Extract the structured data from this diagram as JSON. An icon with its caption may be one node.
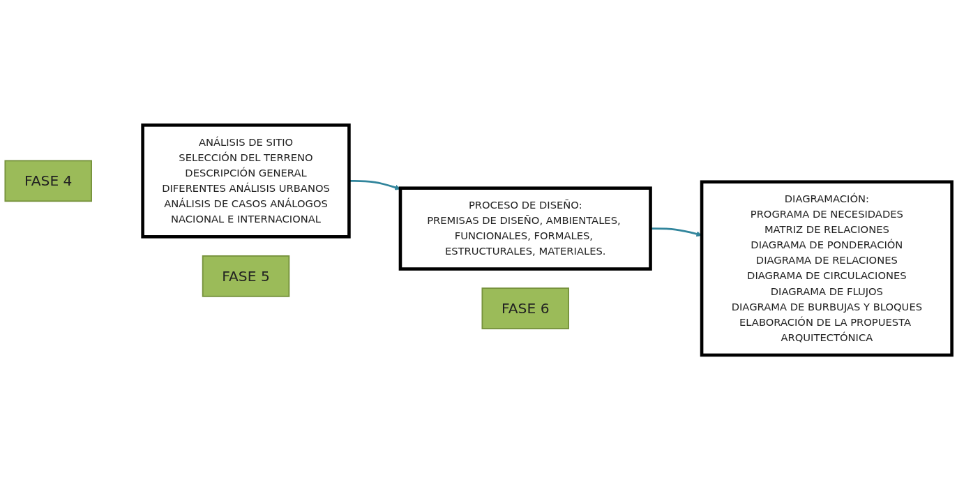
{
  "diagram": {
    "nodes": [
      {
        "text": [
          "FASE 4"
        ]
      },
      {
        "text": [
          "ANÁLISIS DE SITIO",
          "SELECCIÓN DEL TERRENO",
          "DESCRIPCIÓN GENERAL",
          "DIFERENTES ANÁLISIS URBANOS",
          "ANÁLISIS DE CASOS ANÁLOGOS",
          "NACIONAL E INTERNACIONAL"
        ]
      },
      {
        "text": [
          "FASE 5"
        ]
      },
      {
        "text": [
          "PROCESO DE DISEÑO:",
          "PREMISAS DE DISEÑO, AMBIENTALES, FUNCIONALES, FORMALES, ESTRUCTURALES, MATERIALES."
        ]
      },
      {
        "text": [
          "FASE 6"
        ]
      },
      {
        "text": [
          "DIAGRAMACIÓN:",
          "PROGRAMA DE NECESIDADES",
          "MATRIZ DE RELACIONES",
          "DIAGRAMA DE PONDERACIÓN",
          "DIAGRAMA DE RELACIONES",
          "DIAGRAMA DE CIRCULACIONES",
          "DIAGRAMA DE FLUJOS",
          "DIAGRAMA DE BURBUJAS Y BLOQUES",
          "ELABORACIÓN DE LA PROPUESTA ARQUITECTÓNICA"
        ]
      }
    ],
    "edges": [
      {
        "from": 1,
        "to": 3,
        "arrow": "to"
      },
      {
        "from": 3,
        "to": 5,
        "arrow": "to"
      }
    ]
  }
}
